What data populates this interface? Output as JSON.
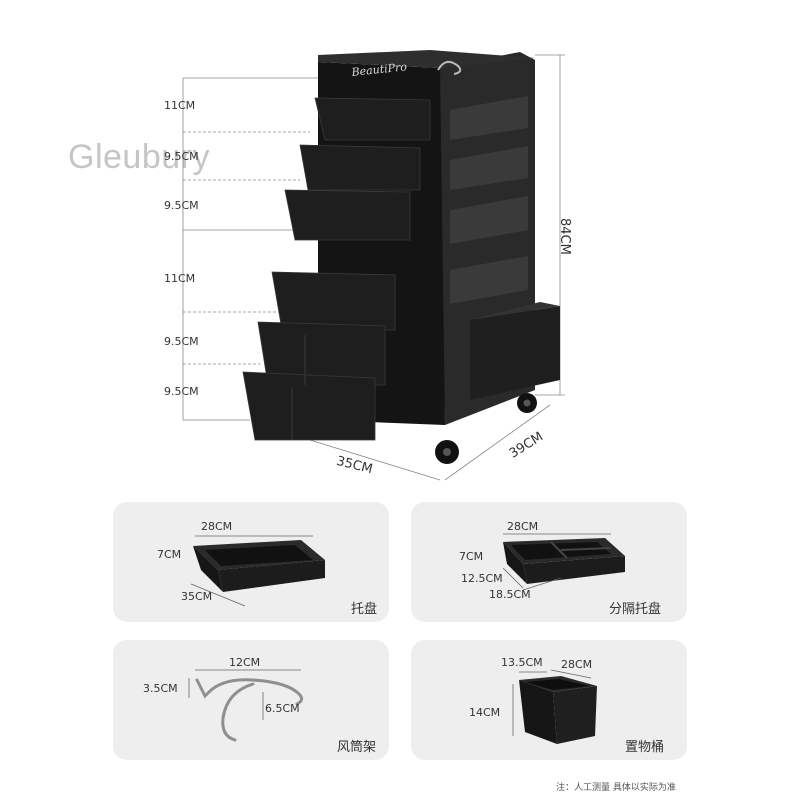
{
  "watermark": "Gleubury",
  "brand": "BeautiPro",
  "drawer_heights": [
    "11CM",
    "9.5CM",
    "9.5CM",
    "11CM",
    "9.5CM",
    "9.5CM"
  ],
  "cart_dimensions": {
    "height": "84CM",
    "width": "35CM",
    "depth": "39CM"
  },
  "cards": [
    {
      "label": "托盘",
      "dims": {
        "width": "28CM",
        "height": "7CM",
        "length": "35CM"
      }
    },
    {
      "label": "分隔托盘",
      "dims": {
        "width": "28CM",
        "height": "7CM",
        "inner": "12.5CM",
        "length": "18.5CM"
      }
    },
    {
      "label": "风筒架",
      "dims": {
        "width": "12CM",
        "hook": "3.5CM",
        "curve": "6.5CM"
      }
    },
    {
      "label": "置物桶",
      "dims": {
        "top_short": "13.5CM",
        "top_long": "28CM",
        "height": "14CM"
      }
    }
  ],
  "footnote": "注：人工测量 具体以实际为准",
  "colors": {
    "product": "#1c1c1c",
    "card_bg": "#eeeeee",
    "text": "#333333"
  }
}
